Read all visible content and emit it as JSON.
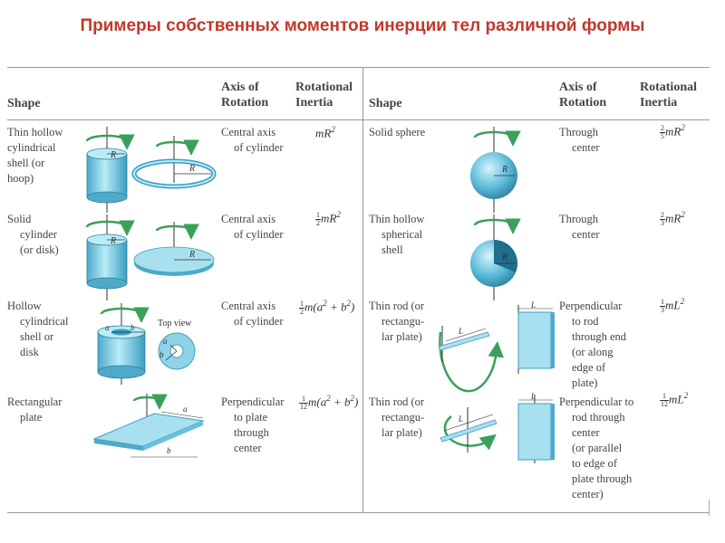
{
  "title": "Примеры собственных моментов инерции тел различной формы",
  "headers": {
    "shape": "Shape",
    "axis": [
      "Axis of",
      "Rotation"
    ],
    "inertia": [
      "Rotational",
      "Inertia"
    ]
  },
  "left_rows": [
    {
      "shape": [
        "Thin hollow",
        "cylindrical",
        "shell (or",
        "hoop)"
      ],
      "axis": [
        "Central axis",
        "of cylinder"
      ],
      "formula_main": "mR",
      "formula_sup": "2"
    },
    {
      "shape": [
        "Solid",
        "cylinder",
        "(or disk)"
      ],
      "axis": [
        "Central axis",
        "of cylinder"
      ],
      "frac_num": "1",
      "frac_den": "2",
      "formula_main": "mR",
      "formula_sup": "2"
    },
    {
      "shape": [
        "Hollow",
        "cylindrical",
        "shell or",
        "disk"
      ],
      "axis": [
        "Central axis",
        "of cylinder"
      ],
      "frac_num": "1",
      "frac_den": "2",
      "formula_main": "m(a",
      "formula_mid": " + b",
      "formula_sup": "2",
      "formula_tail": ")"
    },
    {
      "shape": [
        "Rectangular",
        "plate"
      ],
      "axis": [
        "Perpendicular",
        "to plate",
        "through",
        "center"
      ],
      "frac_num": "1",
      "frac_den": "12",
      "formula_main": "m(a",
      "formula_mid": " + b",
      "formula_sup": "2",
      "formula_tail": ")"
    }
  ],
  "right_rows": [
    {
      "shape": [
        "Solid sphere"
      ],
      "axis": [
        "Through",
        "center"
      ],
      "frac_num": "2",
      "frac_den": "5",
      "formula_main": "mR",
      "formula_sup": "2"
    },
    {
      "shape": [
        "Thin hollow",
        "spherical",
        "shell"
      ],
      "axis": [
        "Through",
        "center"
      ],
      "frac_num": "2",
      "frac_den": "3",
      "formula_main": "mR",
      "formula_sup": "2"
    },
    {
      "shape": [
        "Thin rod (or",
        "rectangu-",
        "lar plate)"
      ],
      "axis": [
        "Perpendicular",
        "to rod",
        "through end",
        "(or along",
        "edge of",
        "plate)"
      ],
      "frac_num": "1",
      "frac_den": "3",
      "formula_main": "mL",
      "formula_sup": "2"
    },
    {
      "shape": [
        "Thin rod (or",
        "rectangu-",
        "lar plate)"
      ],
      "axis": [
        "Perpendicular to",
        "rod through",
        "center",
        "(or parallel",
        "to edge of",
        "plate through",
        "center)"
      ],
      "frac_num": "1",
      "frac_den": "12",
      "formula_main": "mL",
      "formula_sup": "2"
    }
  ],
  "figure_labels": {
    "R": "R",
    "a": "a",
    "b": "b",
    "L": "L",
    "top_view": "Top view"
  },
  "colors": {
    "title": "#c0392b",
    "body_fill": "#8fd3e8",
    "body_dark": "#3a9ec0",
    "arrow": "#3aa05a",
    "rule": "#999999"
  }
}
